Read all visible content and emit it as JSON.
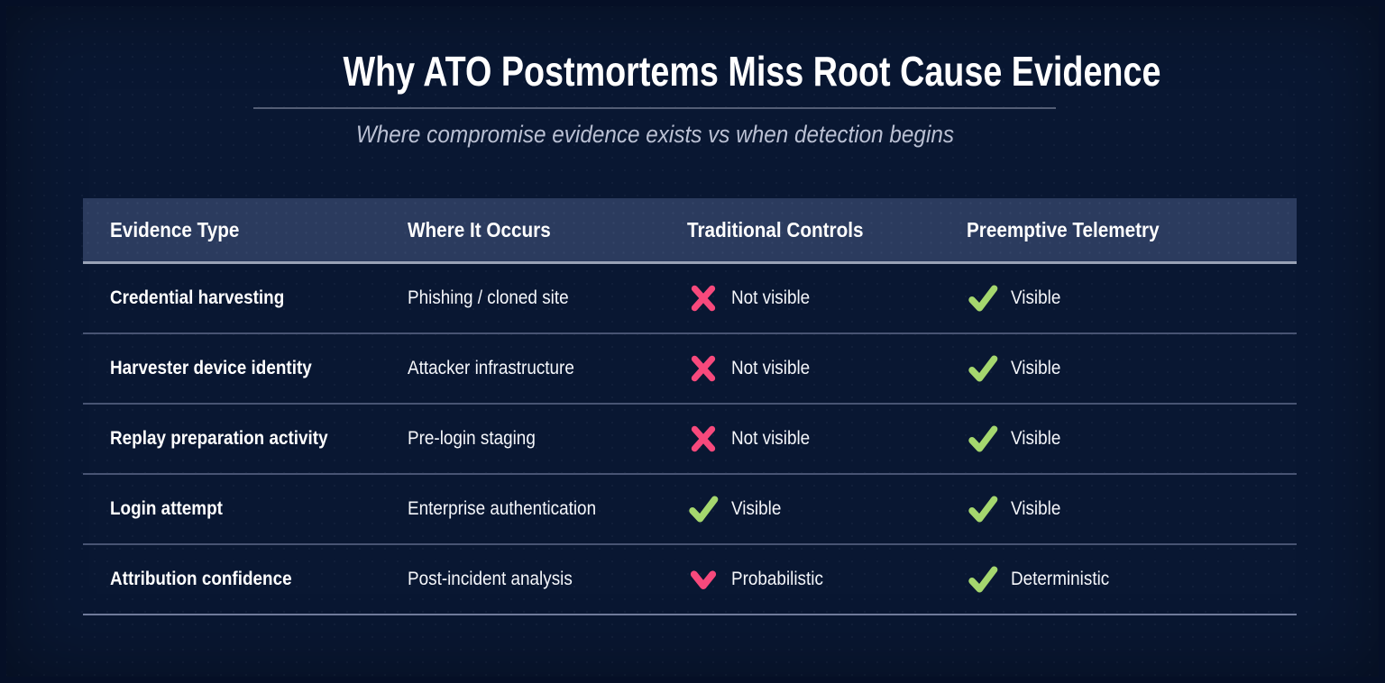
{
  "header": {
    "title": "Why ATO Postmortems Miss Root Cause Evidence",
    "subtitle": "Where compromise evidence exists vs when detection begins"
  },
  "colors": {
    "background": "#091732",
    "table_header_bg": "#2b3b5e",
    "positive_green": "#a5d76e",
    "negative_pink": "#f7497c",
    "divider_gray": "#5c657c"
  },
  "table": {
    "columns": [
      {
        "label": "Evidence Type"
      },
      {
        "label": "Where It Occurs"
      },
      {
        "label": "Traditional Controls"
      },
      {
        "label": "Preemptive Telemetry"
      }
    ],
    "rows": [
      {
        "evidence_type": "Credential harvesting",
        "where_it_occurs": "Phishing / cloned site",
        "traditional_controls": {
          "icon": "x-icon",
          "label": "Not visible"
        },
        "preemptive_telemetry": {
          "icon": "check-icon",
          "label": "Visible"
        }
      },
      {
        "evidence_type": "Harvester device identity",
        "where_it_occurs": "Attacker infrastructure",
        "traditional_controls": {
          "icon": "x-icon",
          "label": "Not visible"
        },
        "preemptive_telemetry": {
          "icon": "check-icon",
          "label": "Visible"
        }
      },
      {
        "evidence_type": "Replay preparation activity",
        "where_it_occurs": "Pre-login staging",
        "traditional_controls": {
          "icon": "x-icon",
          "label": "Not visible"
        },
        "preemptive_telemetry": {
          "icon": "check-icon",
          "label": "Visible"
        }
      },
      {
        "evidence_type": "Login attempt",
        "where_it_occurs": "Enterprise authentication",
        "traditional_controls": {
          "icon": "check-icon",
          "label": "Visible"
        },
        "preemptive_telemetry": {
          "icon": "check-icon",
          "label": "Visible"
        }
      },
      {
        "evidence_type": "Attribution confidence",
        "where_it_occurs": "Post-incident analysis",
        "traditional_controls": {
          "icon": "chevron-down-icon",
          "label": "Probabilistic"
        },
        "preemptive_telemetry": {
          "icon": "check-icon",
          "label": "Deterministic"
        }
      }
    ]
  },
  "chart_data": {
    "type": "table",
    "title": "Why ATO Postmortems Miss Root Cause Evidence",
    "subtitle": "Where compromise evidence exists vs when detection begins",
    "columns": [
      "Evidence Type",
      "Where It Occurs",
      "Traditional Controls",
      "Preemptive Telemetry"
    ],
    "rows": [
      [
        "Credential harvesting",
        "Phishing / cloned site",
        "✗ Not visible",
        "✓ Visible"
      ],
      [
        "Harvester device identity",
        "Attacker infrastructure",
        "✗ Not visible",
        "✓ Visible"
      ],
      [
        "Replay preparation activity",
        "Pre-login staging",
        "✗ Not visible",
        "✓ Visible"
      ],
      [
        "Login attempt",
        "Enterprise authentication",
        "✓ Visible",
        "✓ Visible"
      ],
      [
        "Attribution confidence",
        "Post-incident analysis",
        "▼ Probabilistic",
        "✓ Deterministic"
      ]
    ],
    "legend_position": "none",
    "grid": "row-separators"
  }
}
